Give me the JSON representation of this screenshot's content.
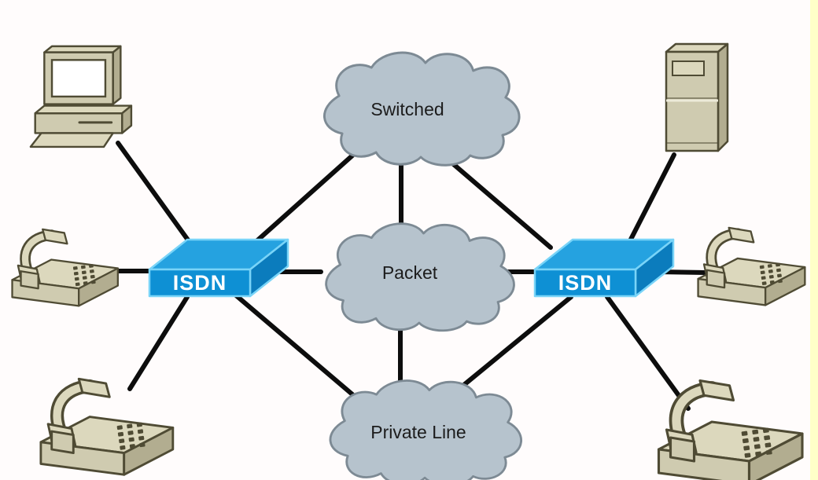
{
  "colors": {
    "background": "#fffcfc",
    "edge_strip": "#ffffc8",
    "line": "#0d0d0d",
    "cloud_fill": "#b6c3cd",
    "cloud_stroke": "#7d8a94",
    "cloud_label_color": "#1c1c1c",
    "isdn_top": "#25a2e0",
    "isdn_front": "#0e90d4",
    "isdn_side": "#0b7cbd",
    "isdn_highlight": "#79d4f8",
    "isdn_label_color": "#ffffff",
    "device_top": "#dcd8bd",
    "device_front": "#cfcbb0",
    "device_side": "#b2ad90",
    "device_outline": "#4f4b34",
    "screen": "#ffffff"
  },
  "diagram": {
    "type": "network-topology",
    "clouds": [
      {
        "id": "switched",
        "label": "Switched"
      },
      {
        "id": "packet",
        "label": "Packet"
      },
      {
        "id": "private-line",
        "label": "Private Line"
      }
    ],
    "nodes": [
      {
        "id": "isdn-switch-left",
        "type": "isdn-switch",
        "label": "ISDN"
      },
      {
        "id": "isdn-switch-right",
        "type": "isdn-switch",
        "label": "ISDN"
      },
      {
        "id": "desktop-computer",
        "type": "desktop-computer-icon"
      },
      {
        "id": "server",
        "type": "server-tower-icon"
      },
      {
        "id": "phone-left",
        "type": "telephone-icon"
      },
      {
        "id": "phone-bottom-left",
        "type": "telephone-icon"
      },
      {
        "id": "phone-right",
        "type": "telephone-icon"
      },
      {
        "id": "phone-bottom-right",
        "type": "telephone-icon"
      }
    ],
    "connections": [
      {
        "from": "desktop-computer",
        "to": "isdn-switch-left"
      },
      {
        "from": "phone-left",
        "to": "isdn-switch-left"
      },
      {
        "from": "phone-bottom-left",
        "to": "isdn-switch-left"
      },
      {
        "from": "isdn-switch-left",
        "to": "switched"
      },
      {
        "from": "isdn-switch-left",
        "to": "packet"
      },
      {
        "from": "isdn-switch-left",
        "to": "private-line"
      },
      {
        "from": "switched",
        "to": "packet"
      },
      {
        "from": "switched",
        "to": "isdn-switch-right"
      },
      {
        "from": "packet",
        "to": "isdn-switch-right"
      },
      {
        "from": "packet",
        "to": "private-line"
      },
      {
        "from": "isdn-switch-right",
        "to": "private-line"
      },
      {
        "from": "isdn-switch-right",
        "to": "phone-right"
      },
      {
        "from": "isdn-switch-right",
        "to": "phone-bottom-right"
      },
      {
        "from": "server",
        "to": "isdn-switch-right"
      }
    ]
  }
}
